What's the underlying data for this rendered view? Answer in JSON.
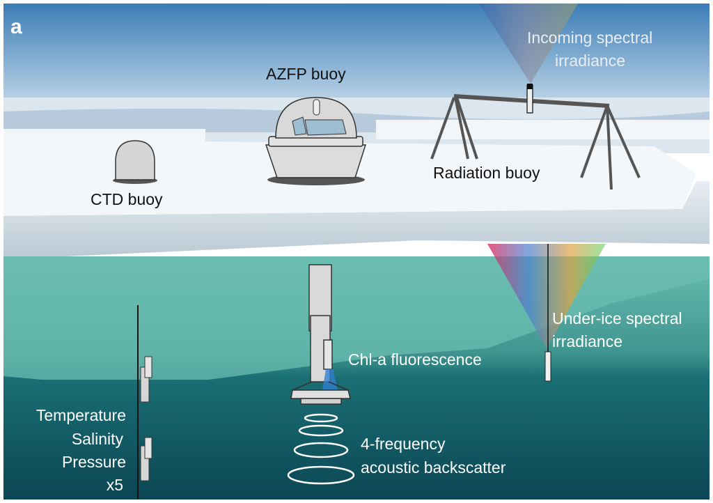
{
  "panel_label": "a",
  "labels": {
    "incoming": [
      "Incoming spectral",
      "irradiance"
    ],
    "azfp": "AZFP buoy",
    "radiation": "Radiation buoy",
    "ctd": "CTD buoy",
    "under_ice": [
      "Under-ice spectral",
      "irradiance"
    ],
    "chla": "Chl-a fluorescence",
    "acoustic": [
      "4-frequency",
      "acoustic backscatter"
    ],
    "tsp": [
      "Temperature",
      "Salinity",
      "Pressure",
      "x5"
    ]
  },
  "colors": {
    "sky_top": "#3c7db6",
    "sky_bottom": "#c3d9ea",
    "ice": "#f4f7fa",
    "under_ice": "#5fb5a8",
    "water_deep": "#0b4654"
  }
}
